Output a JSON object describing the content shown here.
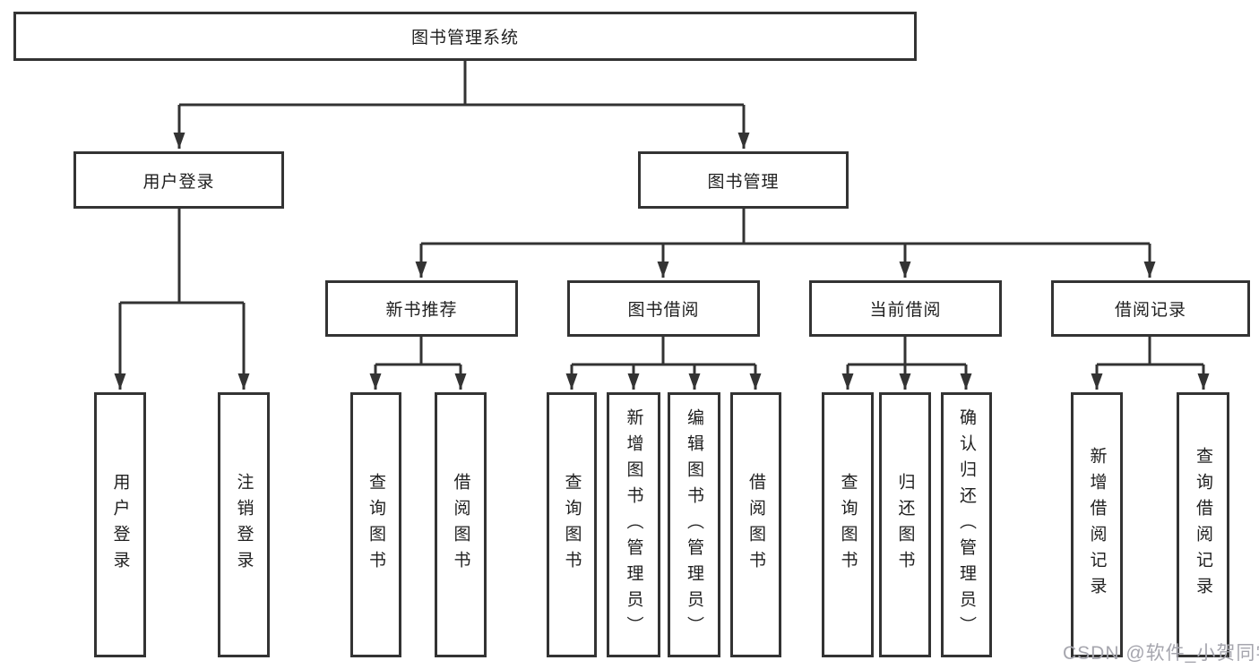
{
  "nodes": {
    "root": "图书管理系统",
    "user_login": "用户登录",
    "book_management": "图书管理",
    "new_book_recommend": "新书推荐",
    "book_borrow": "图书借阅",
    "current_borrow": "当前借阅",
    "borrow_records": "借阅记录"
  },
  "leaves": [
    {
      "label": "用户登录"
    },
    {
      "label": "注销登录"
    },
    {
      "label": "查询图书"
    },
    {
      "label": "借阅图书"
    },
    {
      "label": "查询图书"
    },
    {
      "label": "新增图书（管理员）"
    },
    {
      "label": "编辑图书（管理员）"
    },
    {
      "label": "借阅图书"
    },
    {
      "label": "查询图书"
    },
    {
      "label": "归还图书"
    },
    {
      "label": "确认归还（管理员）"
    },
    {
      "label": "新增借阅记录"
    },
    {
      "label": "查询借阅记录"
    }
  ],
  "watermark": "CSDN @软件_小贺同学",
  "colors": {
    "line": "#333333",
    "text": "#1f1f1f",
    "watermark": "#a6a6ae",
    "background": "#ffffff"
  }
}
